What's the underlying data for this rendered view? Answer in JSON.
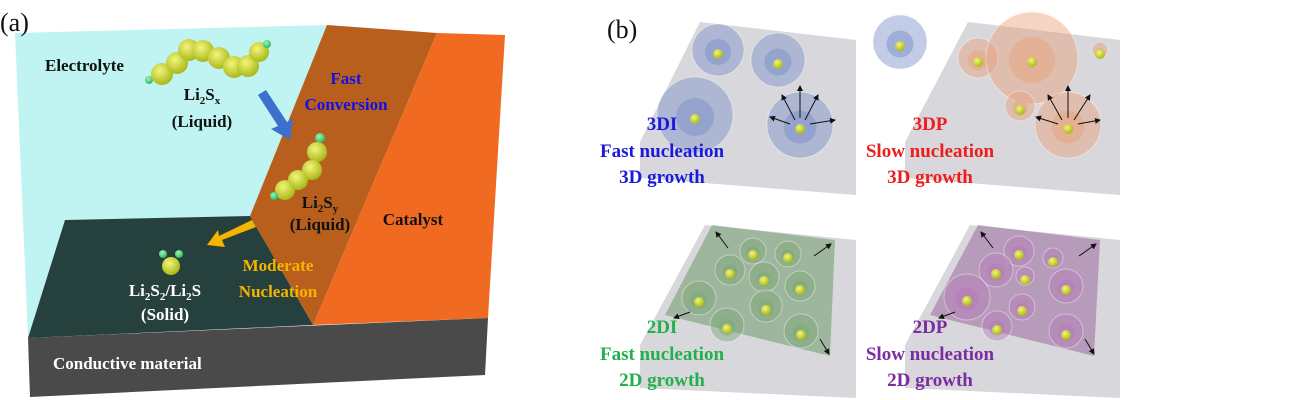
{
  "panel_a": {
    "label": "(a)",
    "electrolyte": "Electrolyte",
    "li2sx": {
      "a": "Li",
      "b": "2",
      "c": "S",
      "d": "x",
      "state": "(Liquid)"
    },
    "fast_conversion": [
      "Fast",
      "Conversion"
    ],
    "li2sy": {
      "a": "Li",
      "b": "2",
      "c": "S",
      "d": "y",
      "state": "(Liquid)"
    },
    "catalyst": "Catalyst",
    "moderate_nucleation": [
      "Moderate",
      "Nucleation"
    ],
    "li2s2": {
      "a": "Li",
      "b": "2",
      "c": "S",
      "d": "2",
      "e": "/Li",
      "f": "2",
      "g": "S",
      "state": "(Solid)"
    },
    "conductive": "Conductive material"
  },
  "panel_b": {
    "label": "(b)",
    "quadrants": [
      {
        "code": "3DI",
        "line1": "Fast nucleation",
        "line2": "3D growth",
        "color": "#1a1adc"
      },
      {
        "code": "3DP",
        "line1": "Slow nucleation",
        "line2": "3D growth",
        "color": "#ee1c1c"
      },
      {
        "code": "2DI",
        "line1": "Fast nucleation",
        "line2": "2D growth",
        "color": "#22b04c"
      },
      {
        "code": "2DP",
        "line1": "Slow nucleation",
        "line2": "2D growth",
        "color": "#7a2ca0"
      }
    ]
  },
  "colors": {
    "electrolyte": "#bff4f2",
    "catalyst_dark": "#b85f1e",
    "catalyst": "#f06a22",
    "floor": "#26403d",
    "base": "#4a4a4a",
    "blue_arrow": "#3d6fcc",
    "yellow_arrow": "#f5b400"
  }
}
